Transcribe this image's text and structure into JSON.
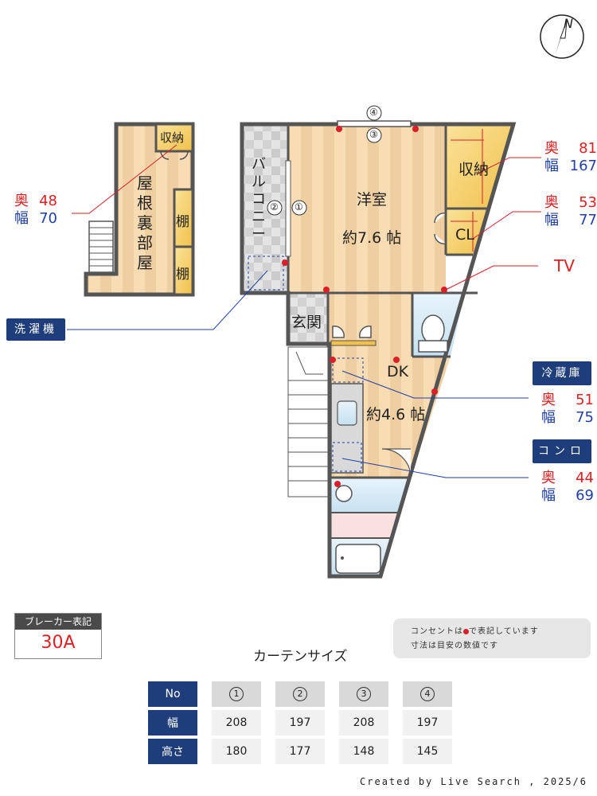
{
  "rooms": {
    "attic": "屋根裏部屋",
    "attic_storage": "収納",
    "shelf1": "棚",
    "shelf2": "棚",
    "balcony": "バルコニー",
    "western": "洋室",
    "western_size": "約7.6 帖",
    "storage": "収納",
    "closet": "CL",
    "entrance": "玄関",
    "dk": "DK",
    "dk_size": "約4.6 帖"
  },
  "window_marks": [
    "①",
    "②",
    "③",
    "④"
  ],
  "dimensions": {
    "attic_storage": {
      "depth_label": "奥",
      "depth": "48",
      "width_label": "幅",
      "width": "70"
    },
    "storage": {
      "depth_label": "奥",
      "depth": "81",
      "width_label": "幅",
      "width": "167"
    },
    "closet": {
      "depth_label": "奥",
      "depth": "53",
      "width_label": "幅",
      "width": "77"
    },
    "fridge": {
      "title": "冷蔵庫",
      "depth_label": "奥",
      "depth": "51",
      "width_label": "幅",
      "width": "75"
    },
    "stove": {
      "title": "コンロ",
      "depth_label": "奥",
      "depth": "44",
      "width_label": "幅",
      "width": "69"
    }
  },
  "labels": {
    "tv": "TV",
    "washer": "洗濯機"
  },
  "breaker": {
    "heading": "ブレーカー表記",
    "value": "30A"
  },
  "note": {
    "line1_before": "コンセントは",
    "line1_after": "で表記しています",
    "line2": "寸法は目安の数値です"
  },
  "curtain": {
    "title": "カーテンサイズ",
    "headers": [
      "No",
      "幅",
      "高さ"
    ],
    "numbers": [
      "1",
      "2",
      "3",
      "4"
    ],
    "widths": [
      "208",
      "197",
      "208",
      "197"
    ],
    "heights": [
      "180",
      "177",
      "148",
      "145"
    ]
  },
  "compass": "N",
  "credit": "Created by Live Search , 2025/6",
  "colors": {
    "wall": "#555555",
    "floor_light": "#f7dcb4",
    "floor_dark": "#ecc998",
    "outlet": "#d81f2a",
    "navy": "#1e3d7b",
    "dim_red": "#e02020",
    "dim_blue": "#1f3faa"
  }
}
